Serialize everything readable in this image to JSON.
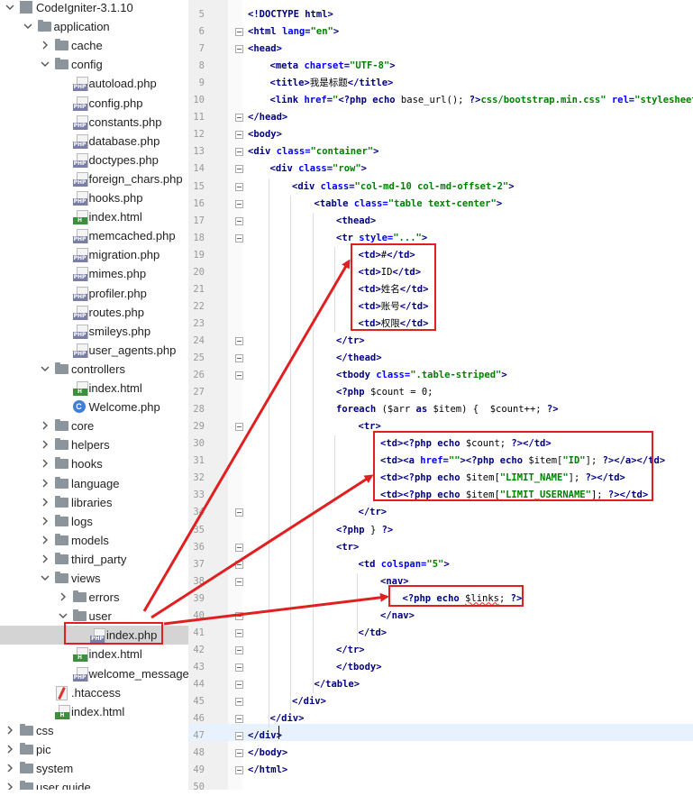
{
  "tree": [
    {
      "label": "CodeIgniter-3.1.10",
      "kind": "module",
      "depth": 0,
      "arrow": "down"
    },
    {
      "label": "application",
      "kind": "folder",
      "depth": 1,
      "arrow": "down"
    },
    {
      "label": "cache",
      "kind": "folder",
      "depth": 2,
      "arrow": "right"
    },
    {
      "label": "config",
      "kind": "folder",
      "depth": 2,
      "arrow": "down"
    },
    {
      "label": "autoload.php",
      "kind": "php",
      "depth": 3
    },
    {
      "label": "config.php",
      "kind": "php",
      "depth": 3
    },
    {
      "label": "constants.php",
      "kind": "php",
      "depth": 3
    },
    {
      "label": "database.php",
      "kind": "php",
      "depth": 3
    },
    {
      "label": "doctypes.php",
      "kind": "php",
      "depth": 3
    },
    {
      "label": "foreign_chars.php",
      "kind": "php",
      "depth": 3
    },
    {
      "label": "hooks.php",
      "kind": "php",
      "depth": 3
    },
    {
      "label": "index.html",
      "kind": "html",
      "depth": 3
    },
    {
      "label": "memcached.php",
      "kind": "php",
      "depth": 3
    },
    {
      "label": "migration.php",
      "kind": "php",
      "depth": 3
    },
    {
      "label": "mimes.php",
      "kind": "php",
      "depth": 3
    },
    {
      "label": "profiler.php",
      "kind": "php",
      "depth": 3
    },
    {
      "label": "routes.php",
      "kind": "php",
      "depth": 3
    },
    {
      "label": "smileys.php",
      "kind": "php",
      "depth": 3
    },
    {
      "label": "user_agents.php",
      "kind": "php",
      "depth": 3
    },
    {
      "label": "controllers",
      "kind": "folder",
      "depth": 2,
      "arrow": "down"
    },
    {
      "label": "index.html",
      "kind": "html",
      "depth": 3
    },
    {
      "label": "Welcome.php",
      "kind": "class",
      "depth": 3
    },
    {
      "label": "core",
      "kind": "folder",
      "depth": 2,
      "arrow": "right"
    },
    {
      "label": "helpers",
      "kind": "folder",
      "depth": 2,
      "arrow": "right"
    },
    {
      "label": "hooks",
      "kind": "folder",
      "depth": 2,
      "arrow": "right"
    },
    {
      "label": "language",
      "kind": "folder",
      "depth": 2,
      "arrow": "right"
    },
    {
      "label": "libraries",
      "kind": "folder",
      "depth": 2,
      "arrow": "right"
    },
    {
      "label": "logs",
      "kind": "folder",
      "depth": 2,
      "arrow": "right"
    },
    {
      "label": "models",
      "kind": "folder",
      "depth": 2,
      "arrow": "right"
    },
    {
      "label": "third_party",
      "kind": "folder",
      "depth": 2,
      "arrow": "right"
    },
    {
      "label": "views",
      "kind": "folder",
      "depth": 2,
      "arrow": "down"
    },
    {
      "label": "errors",
      "kind": "folder",
      "depth": 3,
      "arrow": "right"
    },
    {
      "label": "user",
      "kind": "folder",
      "depth": 3,
      "arrow": "down"
    },
    {
      "label": "index.php",
      "kind": "php",
      "depth": 4,
      "selected": true
    },
    {
      "label": "index.html",
      "kind": "html",
      "depth": 3
    },
    {
      "label": "welcome_message.php",
      "kind": "php",
      "depth": 3
    },
    {
      "label": ".htaccess",
      "kind": "htaccess",
      "depth": 2
    },
    {
      "label": "index.html",
      "kind": "html",
      "depth": 2
    },
    {
      "label": "css",
      "kind": "folder",
      "depth": 0,
      "arrow": "right"
    },
    {
      "label": "pic",
      "kind": "folder",
      "depth": 0,
      "arrow": "right"
    },
    {
      "label": "system",
      "kind": "folder",
      "depth": 0,
      "arrow": "right"
    },
    {
      "label": "user guide",
      "kind": "folder",
      "depth": 0,
      "arrow": "right"
    }
  ],
  "icon_badges": {
    "php": "PHP",
    "html": "H",
    "class": "C"
  },
  "code_lines": [
    {
      "n": "5",
      "indent": 0,
      "parts": [
        [
          "t",
          "<!DOCTYPE html>"
        ]
      ]
    },
    {
      "n": "6",
      "indent": 0,
      "parts": [
        [
          "t",
          "<html "
        ],
        [
          "a",
          "lang="
        ],
        [
          "v",
          "\"en\""
        ],
        [
          "t",
          ">"
        ]
      ]
    },
    {
      "n": "7",
      "indent": 0,
      "parts": [
        [
          "t",
          "<head>"
        ]
      ]
    },
    {
      "n": "8",
      "indent": 1,
      "parts": [
        [
          "t",
          "<meta "
        ],
        [
          "a",
          "charset="
        ],
        [
          "v",
          "\"UTF-8\""
        ],
        [
          "t",
          ">"
        ]
      ]
    },
    {
      "n": "9",
      "indent": 1,
      "parts": [
        [
          "t",
          "<title>"
        ],
        [
          "d",
          "我是标题"
        ],
        [
          "t",
          "</title>"
        ]
      ]
    },
    {
      "n": "10",
      "indent": 1,
      "parts": [
        [
          "t",
          "<link "
        ],
        [
          "a",
          "href="
        ],
        [
          "v",
          "\""
        ],
        [
          "k",
          "<?php echo "
        ],
        [
          "d",
          "base_url(); "
        ],
        [
          "k",
          "?>"
        ],
        [
          "v",
          "css/bootstrap.min.css\" "
        ],
        [
          "a",
          "rel="
        ],
        [
          "v",
          "\"stylesheet\""
        ],
        [
          "t",
          ">"
        ]
      ]
    },
    {
      "n": "11",
      "indent": 0,
      "parts": [
        [
          "t",
          "</head>"
        ]
      ]
    },
    {
      "n": "12",
      "indent": 0,
      "parts": [
        [
          "t",
          "<body>"
        ]
      ]
    },
    {
      "n": "13",
      "indent": 0,
      "parts": [
        [
          "t",
          "<div "
        ],
        [
          "a",
          "class="
        ],
        [
          "v",
          "\"container\""
        ],
        [
          "t",
          ">"
        ]
      ]
    },
    {
      "n": "14",
      "indent": 1,
      "parts": [
        [
          "t",
          "<div "
        ],
        [
          "a",
          "class="
        ],
        [
          "v",
          "\"row\""
        ],
        [
          "t",
          ">"
        ]
      ]
    },
    {
      "n": "15",
      "indent": 2,
      "parts": [
        [
          "t",
          "<div "
        ],
        [
          "a",
          "class="
        ],
        [
          "v",
          "\"col-md-10 col-md-offset-2\""
        ],
        [
          "t",
          ">"
        ]
      ]
    },
    {
      "n": "16",
      "indent": 3,
      "parts": [
        [
          "t",
          "<table "
        ],
        [
          "a",
          "class="
        ],
        [
          "v",
          "\"table text-center\""
        ],
        [
          "t",
          ">"
        ]
      ]
    },
    {
      "n": "17",
      "indent": 4,
      "parts": [
        [
          "t",
          "<thead>"
        ]
      ]
    },
    {
      "n": "18",
      "indent": 4,
      "parts": [
        [
          "t",
          "<tr "
        ],
        [
          "a",
          "style="
        ],
        [
          "v",
          "\"...\""
        ],
        [
          "t",
          ">"
        ]
      ]
    },
    {
      "n": "19",
      "indent": 5,
      "parts": [
        [
          "t",
          "<td>"
        ],
        [
          "d",
          "#"
        ],
        [
          "t",
          "</td>"
        ]
      ]
    },
    {
      "n": "20",
      "indent": 5,
      "parts": [
        [
          "t",
          "<td>"
        ],
        [
          "d",
          "ID"
        ],
        [
          "t",
          "</td>"
        ]
      ]
    },
    {
      "n": "21",
      "indent": 5,
      "parts": [
        [
          "t",
          "<td>"
        ],
        [
          "d",
          "姓名"
        ],
        [
          "t",
          "</td>"
        ]
      ]
    },
    {
      "n": "22",
      "indent": 5,
      "parts": [
        [
          "t",
          "<td>"
        ],
        [
          "d",
          "账号"
        ],
        [
          "t",
          "</td>"
        ]
      ]
    },
    {
      "n": "23",
      "indent": 5,
      "parts": [
        [
          "t",
          "<td>"
        ],
        [
          "d",
          "权限"
        ],
        [
          "t",
          "</td>"
        ]
      ]
    },
    {
      "n": "24",
      "indent": 4,
      "parts": [
        [
          "t",
          "</tr>"
        ]
      ]
    },
    {
      "n": "25",
      "indent": 4,
      "parts": [
        [
          "t",
          "</thead>"
        ]
      ]
    },
    {
      "n": "26",
      "indent": 4,
      "parts": [
        [
          "t",
          "<tbody "
        ],
        [
          "a",
          "class="
        ],
        [
          "v",
          "\".table-striped\""
        ],
        [
          "t",
          ">"
        ]
      ]
    },
    {
      "n": "27",
      "indent": 4,
      "parts": [
        [
          "k",
          "<?php "
        ],
        [
          "d",
          "$count = 0;"
        ]
      ]
    },
    {
      "n": "28",
      "indent": 4,
      "parts": [
        [
          "k",
          "foreach "
        ],
        [
          "d",
          "($arr "
        ],
        [
          "k",
          "as "
        ],
        [
          "d",
          "$item) {  $count++; "
        ],
        [
          "k",
          "?>"
        ]
      ]
    },
    {
      "n": "29",
      "indent": 5,
      "parts": [
        [
          "t",
          "<tr>"
        ]
      ]
    },
    {
      "n": "30",
      "indent": 6,
      "parts": [
        [
          "t",
          "<td>"
        ],
        [
          "k",
          "<?php echo "
        ],
        [
          "d",
          "$count; "
        ],
        [
          "k",
          "?>"
        ],
        [
          "t",
          "</td>"
        ]
      ]
    },
    {
      "n": "31",
      "indent": 6,
      "parts": [
        [
          "t",
          "<td><a "
        ],
        [
          "a",
          "href="
        ],
        [
          "v",
          "\"\""
        ],
        [
          "t",
          ">"
        ],
        [
          "k",
          "<?php echo "
        ],
        [
          "d",
          "$item["
        ],
        [
          "v",
          "\"ID\""
        ],
        [
          "d",
          "]; "
        ],
        [
          "k",
          "?>"
        ],
        [
          "t",
          "</a></td>"
        ]
      ]
    },
    {
      "n": "32",
      "indent": 6,
      "parts": [
        [
          "t",
          "<td>"
        ],
        [
          "k",
          "<?php echo "
        ],
        [
          "d",
          "$item["
        ],
        [
          "v",
          "\"LIMIT_NAME\""
        ],
        [
          "d",
          "]; "
        ],
        [
          "k",
          "?>"
        ],
        [
          "t",
          "</td>"
        ]
      ]
    },
    {
      "n": "33",
      "indent": 6,
      "parts": [
        [
          "t",
          "<td>"
        ],
        [
          "k",
          "<?php echo "
        ],
        [
          "d",
          "$item["
        ],
        [
          "v",
          "\"LIMIT_USERNAME\""
        ],
        [
          "d",
          "]; "
        ],
        [
          "k",
          "?>"
        ],
        [
          "t",
          "</td>"
        ]
      ]
    },
    {
      "n": "34",
      "indent": 5,
      "parts": [
        [
          "t",
          "</tr>"
        ]
      ]
    },
    {
      "n": "35",
      "indent": 4,
      "parts": [
        [
          "k",
          "<?php "
        ],
        [
          "d",
          "} "
        ],
        [
          "k",
          "?>"
        ]
      ]
    },
    {
      "n": "36",
      "indent": 4,
      "parts": [
        [
          "t",
          "<tr>"
        ]
      ]
    },
    {
      "n": "37",
      "indent": 5,
      "parts": [
        [
          "t",
          "<td "
        ],
        [
          "a",
          "colspan="
        ],
        [
          "v",
          "\"5\""
        ],
        [
          "t",
          ">"
        ]
      ]
    },
    {
      "n": "38",
      "indent": 6,
      "parts": [
        [
          "t",
          "<nav>"
        ]
      ]
    },
    {
      "n": "39",
      "indent": 7,
      "parts": [
        [
          "k",
          "<?php echo "
        ],
        [
          "w",
          "$links"
        ],
        [
          "d",
          "; "
        ],
        [
          "k",
          "?>"
        ]
      ]
    },
    {
      "n": "40",
      "indent": 6,
      "parts": [
        [
          "t",
          "</nav>"
        ]
      ]
    },
    {
      "n": "41",
      "indent": 5,
      "parts": [
        [
          "t",
          "</td>"
        ]
      ]
    },
    {
      "n": "42",
      "indent": 4,
      "parts": [
        [
          "t",
          "</tr>"
        ]
      ]
    },
    {
      "n": "43",
      "indent": 4,
      "parts": [
        [
          "t",
          "</tbody>"
        ]
      ]
    },
    {
      "n": "44",
      "indent": 3,
      "parts": [
        [
          "t",
          "</table>"
        ]
      ]
    },
    {
      "n": "45",
      "indent": 2,
      "parts": [
        [
          "t",
          "</div>"
        ]
      ]
    },
    {
      "n": "46",
      "indent": 1,
      "parts": [
        [
          "t",
          "</div>"
        ]
      ]
    },
    {
      "n": "47",
      "indent": 0,
      "parts": [
        [
          "t",
          "</div>"
        ]
      ]
    },
    {
      "n": "48",
      "indent": 0,
      "parts": [
        [
          "t",
          "</body>"
        ]
      ]
    },
    {
      "n": "49",
      "indent": 0,
      "parts": [
        [
          "t",
          "</html>"
        ]
      ]
    },
    {
      "n": "50",
      "indent": 0,
      "parts": []
    }
  ],
  "annotation_color": "#e02020"
}
